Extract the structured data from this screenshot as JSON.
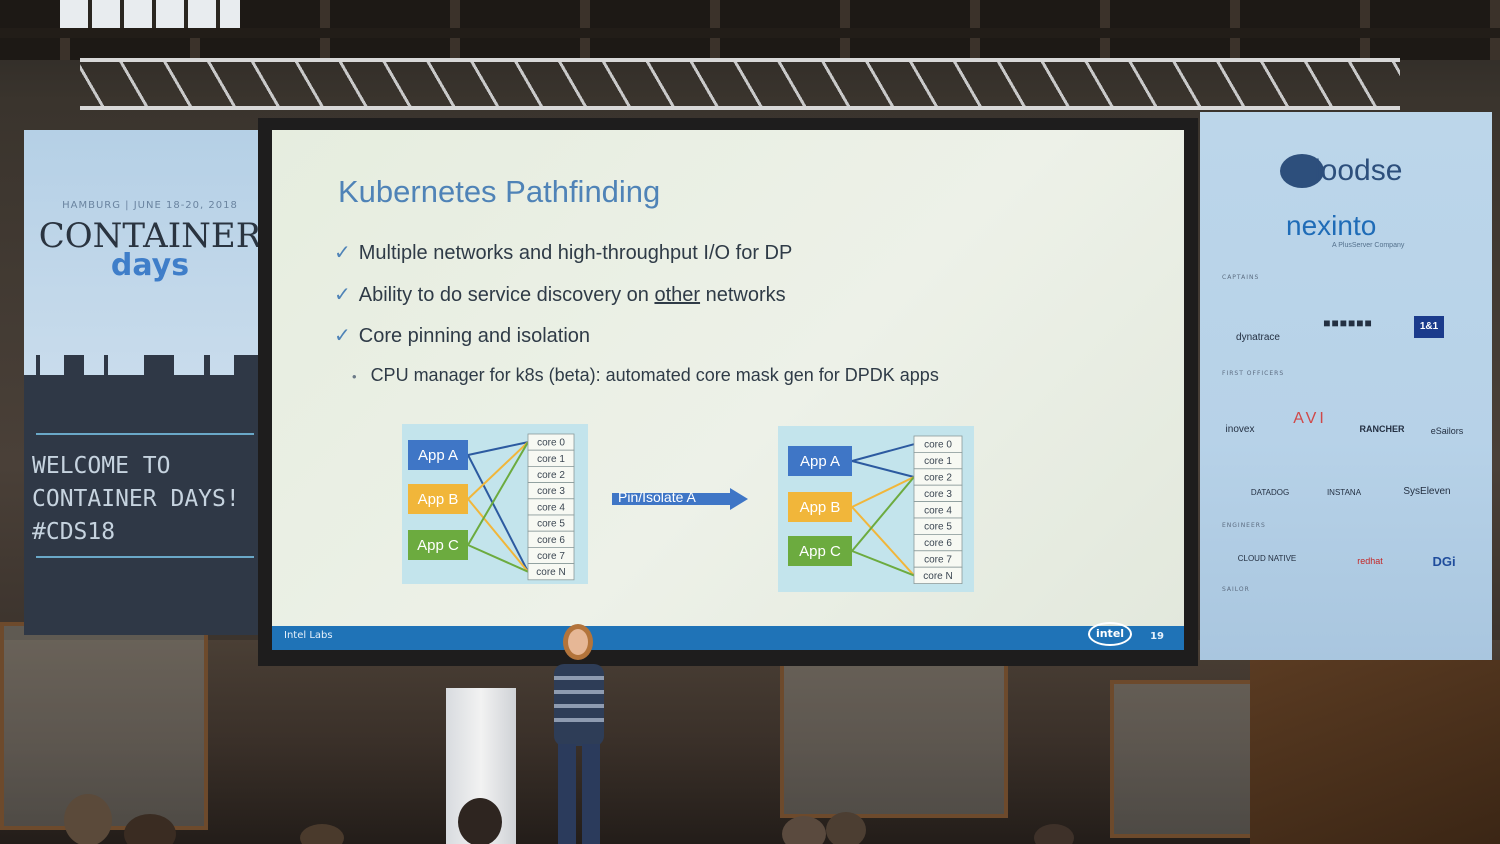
{
  "scene": "presentation",
  "banner_left": {
    "date_line": "HAMBURG | JUNE 18-20, 2018",
    "title_line1": "CONTAINER",
    "title_line2": "days",
    "welcome_line1": "WELCOME TO",
    "welcome_line2": "CONTAINER DAYS!",
    "welcome_line3": "#CDS18"
  },
  "banner_right": {
    "logo1": "loodse",
    "logo2": "nexinto",
    "logo2_sub": "A PlusServer Company",
    "label_captains": "CAPTAINS",
    "label_first_officers": "FIRST OFFICERS",
    "label_engineers": "ENGINEERS",
    "label_sailor": "SAILOR",
    "sponsors_row1": [
      "dynatrace",
      "■■■■■■",
      "1&1"
    ],
    "sponsors_row2": [
      "inovex",
      "AVI",
      "RANCHER",
      "eSailors"
    ],
    "sponsors_row3": [
      "DATADOG",
      "INSTANA",
      "SysEleven"
    ],
    "sponsors_row4": [
      "CLOUD NATIVE",
      "redhat",
      "DGi"
    ]
  },
  "slide": {
    "title": "Kubernetes Pathfinding",
    "bullet1": "Multiple networks and high-throughput I/O for DP",
    "bullet2_a": "Ability to do service discovery on ",
    "bullet2_u": "other",
    "bullet2_b": " networks",
    "bullet3": "Core pinning and isolation",
    "sub1": "CPU manager for k8s (beta): automated core mask gen for DPDK apps",
    "check": "✓",
    "dot": "•",
    "arrow_label": "Pin/Isolate A",
    "footer_left": "Intel Labs",
    "footer_logo": "intel",
    "page_number": "19",
    "apps": [
      "App A",
      "App B",
      "App C"
    ],
    "cores": [
      "core 0",
      "core 1",
      "core 2",
      "core 3",
      "core 4",
      "core 5",
      "core 6",
      "core 7",
      "core N"
    ],
    "app_colors": [
      "#3f76c6",
      "#f1b63a",
      "#6cab3f"
    ],
    "line_color_a": "#2c5aa0"
  }
}
